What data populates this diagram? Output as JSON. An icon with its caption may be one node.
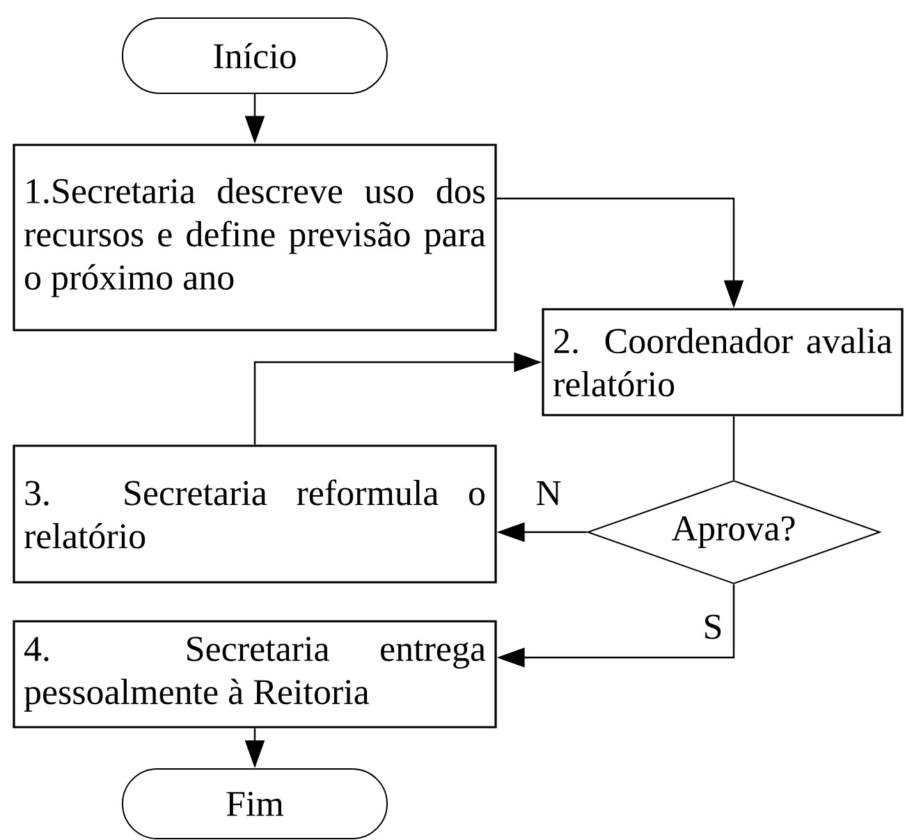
{
  "diagram": {
    "nodes": [
      {
        "text": [
          "Início"
        ]
      },
      {
        "text": [
          "1.Secretaria descreve uso dos recursos e define previsão para o próximo ano"
        ]
      },
      {
        "text": [
          "2. Coordenador avalia relatório"
        ]
      },
      {
        "text": [
          "Aprova?"
        ]
      },
      {
        "text": [
          "3. Secretaria reformula o relatório"
        ]
      },
      {
        "text": [
          "4. Secretaria entrega pessoalmente à Reitoria"
        ]
      },
      {
        "text": [
          "Fim"
        ]
      }
    ],
    "edges": [
      {
        "from": 0,
        "to": 1,
        "arrow": "to"
      },
      {
        "from": 1,
        "to": 2,
        "arrow": "to"
      },
      {
        "from": 2,
        "to": 3,
        "arrow": "none"
      },
      {
        "from": 3,
        "to": 4,
        "arrow": "to",
        "label": "N"
      },
      {
        "from": 3,
        "to": 5,
        "arrow": "to",
        "label": "S"
      },
      {
        "from": 4,
        "to": 2,
        "arrow": "to"
      },
      {
        "from": 5,
        "to": 6,
        "arrow": "to"
      }
    ]
  }
}
